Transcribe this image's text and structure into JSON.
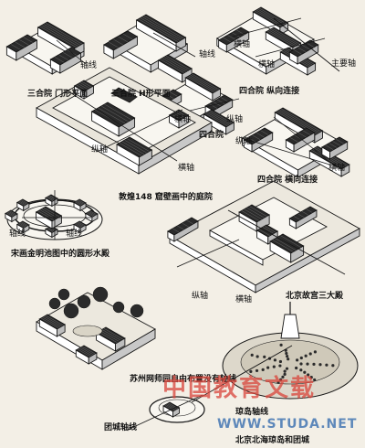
{
  "labels": {
    "l_sanheyuan_men": "三合院 门形平面",
    "l_sanheyuan_h": "三合院 H形平面",
    "l_siheyuan_zong": "四合院 纵向连接",
    "l_siheyuan": "四合院",
    "l_siheyuan_heng": "四合院 横向连接",
    "l_dunhuang": "敦煌148 窟壁画中的庭院",
    "l_song_jinming": "宋画金明池图中的圆形水殿",
    "l_beijing_gugong": "北京故宫三大殿",
    "l_suzhou_wangshi": "苏州网师园自由布置没有轴线",
    "l_qiongdao_axis": "琼岛轴线",
    "l_tuancheng_axis": "团城轴线",
    "l_beihai": "北京北海琼岛和团城",
    "t_zhouxian": "轴线",
    "t_hengzhou": "横轴",
    "t_zongzhou": "纵轴",
    "t_zhuyaozhou": "主要轴"
  },
  "watermark": {
    "cn_text": "中国教育文载",
    "url_text": "WWW.STUDA.NET",
    "cn_color": "#d9443a",
    "url_color": "#3a6fb0"
  },
  "colors": {
    "ink": "#161616",
    "paper": "#f3efe6",
    "roof": "#2b2b2b",
    "wall": "#ffffff"
  }
}
